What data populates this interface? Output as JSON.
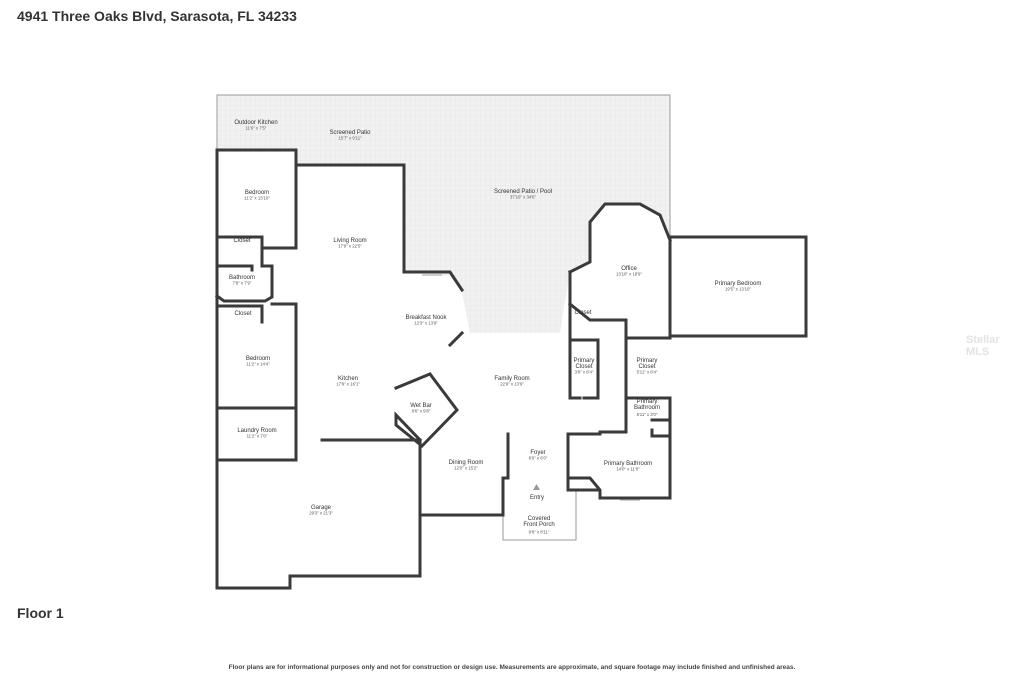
{
  "header": {
    "address": "4941 Three Oaks Blvd, Sarasota, FL 34233"
  },
  "floor_label": "Floor 1",
  "disclaimer": "Floor plans are for informational purposes only and not for construction or design use. Measurements are approximate, and square footage may include finished and unfinished areas.",
  "watermark": "Stellar MLS",
  "rooms": [
    {
      "key": "outdoor_kitchen",
      "name": "Outdoor Kitchen",
      "dims": "11'6\" x 7'5\""
    },
    {
      "key": "screened_patio",
      "name": "Screened Patio",
      "dims": "15'7\" x 9'11\""
    },
    {
      "key": "screened_patio_pool",
      "name": "Screened Patio / Pool",
      "dims": "37'10\" x 34'6\""
    },
    {
      "key": "bedroom_1",
      "name": "Bedroom",
      "dims": "11'2\" x 13'10\""
    },
    {
      "key": "closet_1",
      "name": "Closet",
      "dims": ""
    },
    {
      "key": "bathroom",
      "name": "Bathroom",
      "dims": "7'8\" x 7'9\""
    },
    {
      "key": "closet_2",
      "name": "Closet",
      "dims": ""
    },
    {
      "key": "bedroom_2",
      "name": "Bedroom",
      "dims": "11'2\" x 14'4\""
    },
    {
      "key": "laundry",
      "name": "Laundry Room",
      "dims": "11'2\" x 7'0\""
    },
    {
      "key": "living",
      "name": "Living Room",
      "dims": "17'9\" x 22'5\""
    },
    {
      "key": "breakfast",
      "name": "Breakfast Nook",
      "dims": "12'3\" x 13'9\""
    },
    {
      "key": "kitchen",
      "name": "Kitchen",
      "dims": "17'9\" x 16'1\""
    },
    {
      "key": "wet_bar",
      "name": "Wet Bar",
      "dims": "8'6\" x 9'8\""
    },
    {
      "key": "family",
      "name": "Family Room",
      "dims": "22'9\" x 13'9\""
    },
    {
      "key": "office",
      "name": "Office",
      "dims": "13'10\" x 18'9\""
    },
    {
      "key": "primary_bedroom",
      "name": "Primary Bedroom",
      "dims": "19'5\" x 13'10\""
    },
    {
      "key": "closet_3",
      "name": "Closet",
      "dims": ""
    },
    {
      "key": "primary_closet_1",
      "name": "Primary Closet",
      "dims": "3'8\" x 8'4\""
    },
    {
      "key": "primary_closet_2",
      "name": "Primary Closet",
      "dims": "5'11\" x 8'4\""
    },
    {
      "key": "primary_bath_small",
      "name": "Primary Bathroom",
      "dims": "5'11\" x 3'0\""
    },
    {
      "key": "primary_bath",
      "name": "Primary Bathroom",
      "dims": "14'0\" x 11'8\""
    },
    {
      "key": "foyer",
      "name": "Foyer",
      "dims": "8'9\" x 6'0\""
    },
    {
      "key": "dining",
      "name": "Dining Room",
      "dims": "12'0\" x 15'2\""
    },
    {
      "key": "entry",
      "name": "Entry",
      "dims": ""
    },
    {
      "key": "porch",
      "name": "Covered Front Porch",
      "dims": "9'8\" x 8'11\""
    },
    {
      "key": "garage",
      "name": "Garage",
      "dims": "29'3\" x 21'3\""
    }
  ]
}
